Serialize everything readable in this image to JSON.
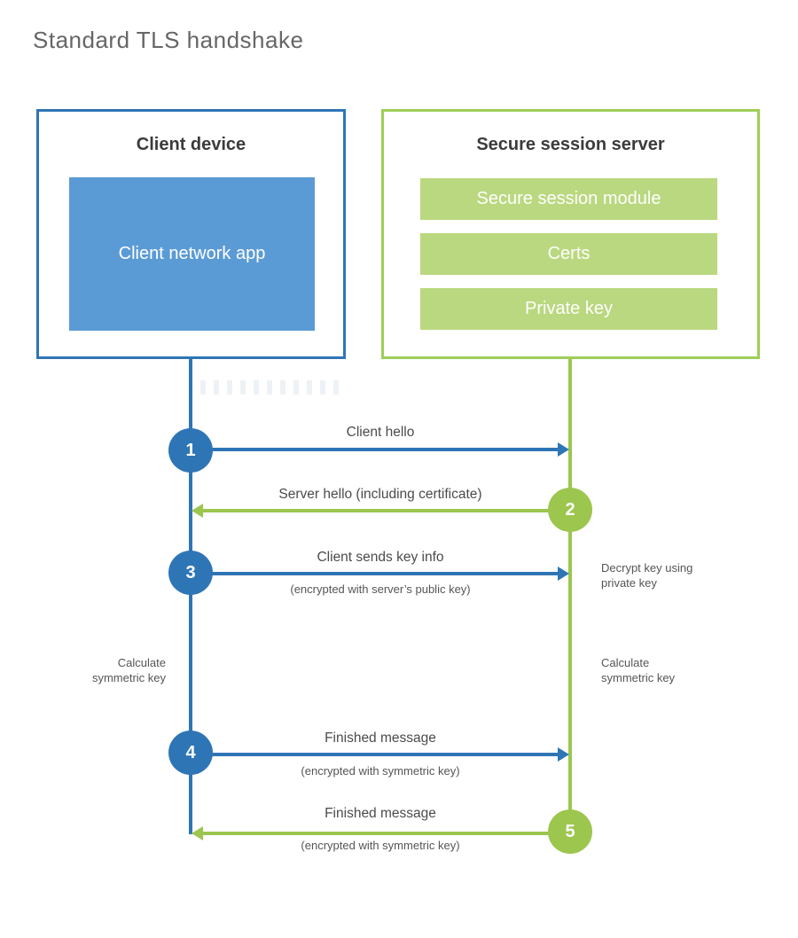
{
  "title": "Standard TLS handshake",
  "client": {
    "title": "Client device",
    "app_label": "Client network app"
  },
  "server": {
    "title": "Secure session server",
    "modules": [
      "Secure session module",
      "Certs",
      "Private key"
    ]
  },
  "steps": [
    {
      "num": "1",
      "label": "Client hello",
      "sub": "",
      "direction": "client-to-server",
      "color": "blue"
    },
    {
      "num": "2",
      "label": "Server hello (including certificate)",
      "sub": "",
      "direction": "server-to-client",
      "color": "green"
    },
    {
      "num": "3",
      "label": "Client sends key info",
      "sub": "(encrypted with server’s public key)",
      "direction": "client-to-server",
      "color": "blue"
    },
    {
      "num": "4",
      "label": "Finished message",
      "sub": "(encrypted with symmetric key)",
      "direction": "client-to-server",
      "color": "blue"
    },
    {
      "num": "5",
      "label": "Finished message",
      "sub": "(encrypted with symmetric key)",
      "direction": "server-to-client",
      "color": "green"
    }
  ],
  "notes": {
    "calc_left": "Calculate\nsymmetric key",
    "decrypt": "Decrypt key using\nprivate key",
    "calc_right": "Calculate\nsymmetric key"
  },
  "colors": {
    "blue_accent": "#2e75b6",
    "blue_fill": "#5b9bd5",
    "green_accent": "#9cc64e",
    "green_border": "#9fce58",
    "green_fill": "#bad87f",
    "title_text": "#666666",
    "heading_text": "#3b3b3b",
    "label_text": "#4b4b4b"
  }
}
